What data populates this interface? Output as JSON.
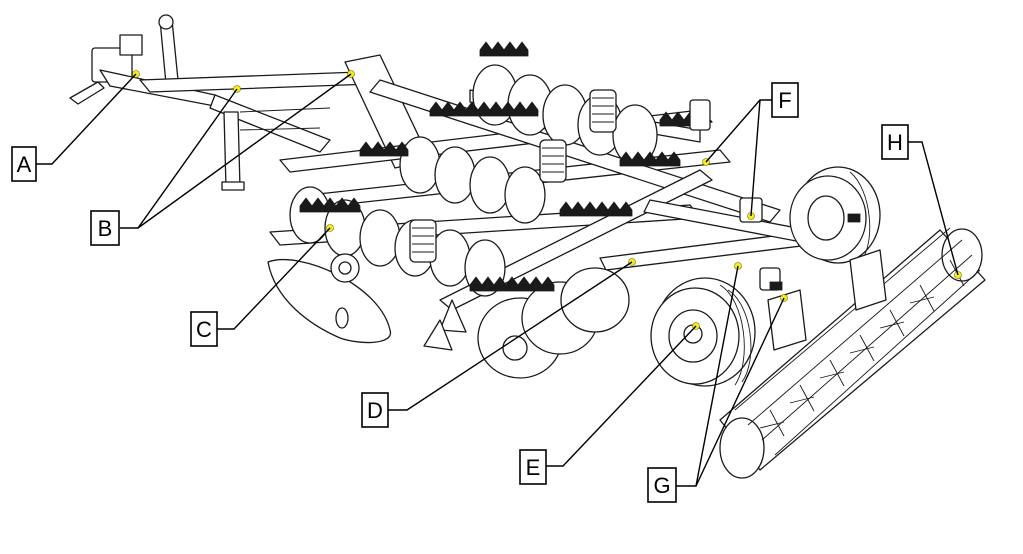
{
  "colors": {
    "grease_point": "#f5ec1a",
    "line": "#1a1a1a",
    "background": "#ffffff"
  },
  "callouts": [
    {
      "id": "A",
      "label": "A"
    },
    {
      "id": "B",
      "label": "B"
    },
    {
      "id": "C",
      "label": "C"
    },
    {
      "id": "D",
      "label": "D"
    },
    {
      "id": "E",
      "label": "E"
    },
    {
      "id": "F",
      "label": "F"
    },
    {
      "id": "G",
      "label": "G"
    },
    {
      "id": "H",
      "label": "H"
    }
  ]
}
